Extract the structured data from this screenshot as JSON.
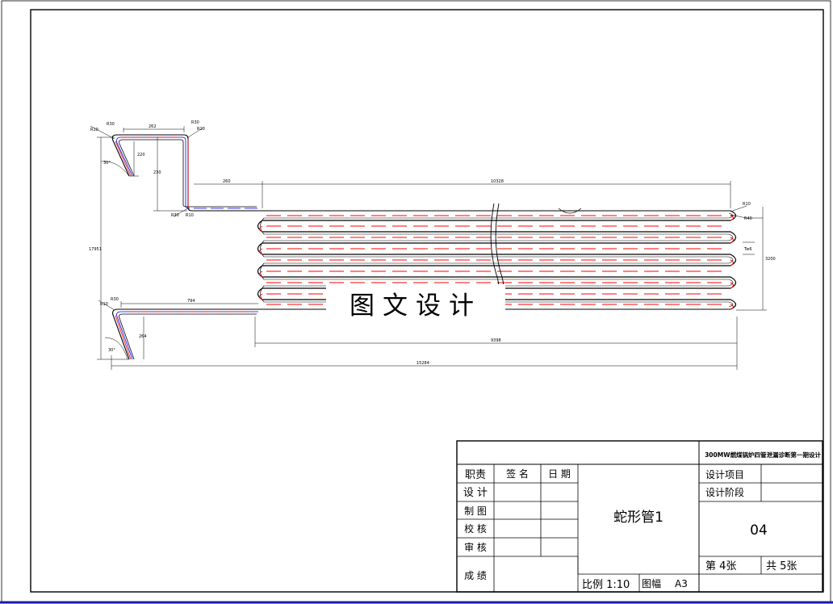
{
  "drawing": {
    "part_name": "蛇形管1",
    "project_title": "300MW燃煤锅炉四管泄漏诊断第一期设计",
    "dimensions": {
      "top_left_1": "R10",
      "top_left_2": "R30",
      "top_run": "262",
      "top_right_1": "R30",
      "top_right_2": "R10",
      "vertical_left": "220",
      "vertical_right": "230",
      "lower_left_1": "R30",
      "lower_left_2": "R10",
      "horizontal_short": "260",
      "horizontal_long": "10328",
      "right_1": "R10",
      "right_2": "R40",
      "right_pitch": "Tw6",
      "right_height": "3200",
      "overall_height": "17951",
      "angle_top": "30°",
      "bottom_left_1": "R10",
      "bottom_left_2": "R30",
      "bottom_run": "794",
      "bottom_vertical": "264",
      "angle_bottom": "30°",
      "bottom_width": "9398",
      "overall_length": "15284"
    }
  },
  "watermark": "图文设计",
  "title_block": {
    "headers": {
      "role": "职责",
      "signature": "签 名",
      "date": "日 期"
    },
    "roles": [
      "设 计",
      "制 图",
      "校 核",
      "审 核"
    ],
    "grade": "成 绩",
    "design_project": "设计项目",
    "design_stage": "设计阶段",
    "drawing_number": "04",
    "sheet_no": "第 4张",
    "sheet_total": "共 5张",
    "scale": "比例 1:10",
    "format_label": "图幅",
    "format_value": "A3"
  },
  "colors": {
    "frame": "#000000",
    "red_line": "#ff0000",
    "blue_line": "#0000ff",
    "bottom_border": "#1a1aa6"
  }
}
